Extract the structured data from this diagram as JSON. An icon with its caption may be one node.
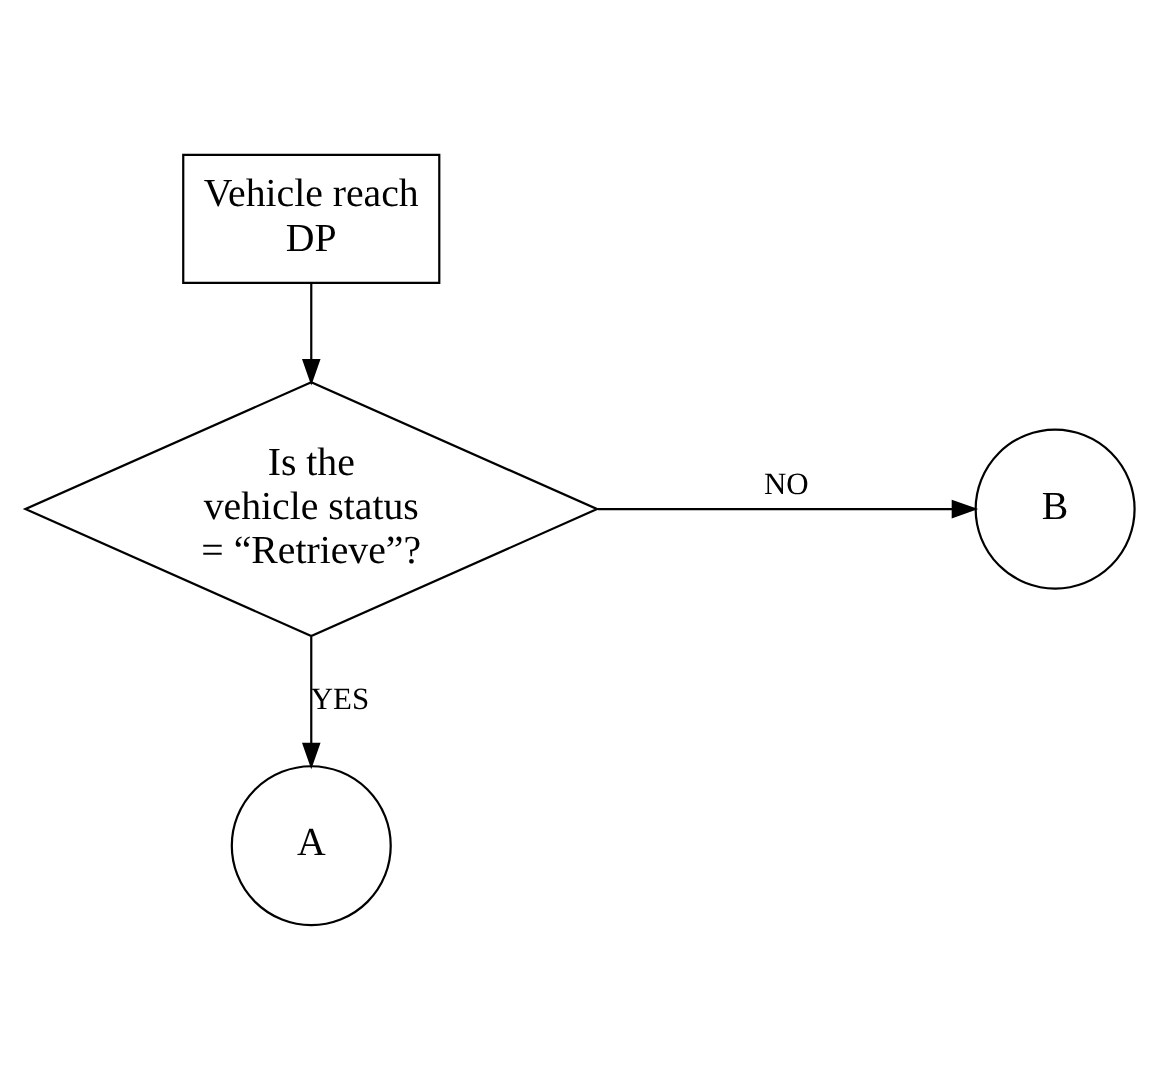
{
  "diagram": {
    "nodes": [
      {
        "text": [
          "Vehicle reach DP"
        ]
      },
      {
        "text": [
          "Is the vehicle status = “Retrieve”?"
        ]
      },
      {
        "text": [
          "B"
        ]
      },
      {
        "text": [
          "A"
        ]
      }
    ],
    "edges": [
      {
        "from": 0,
        "to": 1,
        "arrow": "to"
      },
      {
        "from": 1,
        "to": 2,
        "arrow": "to",
        "label": "NO"
      },
      {
        "from": 1,
        "to": 3,
        "arrow": "to",
        "label": "YES"
      }
    ]
  }
}
